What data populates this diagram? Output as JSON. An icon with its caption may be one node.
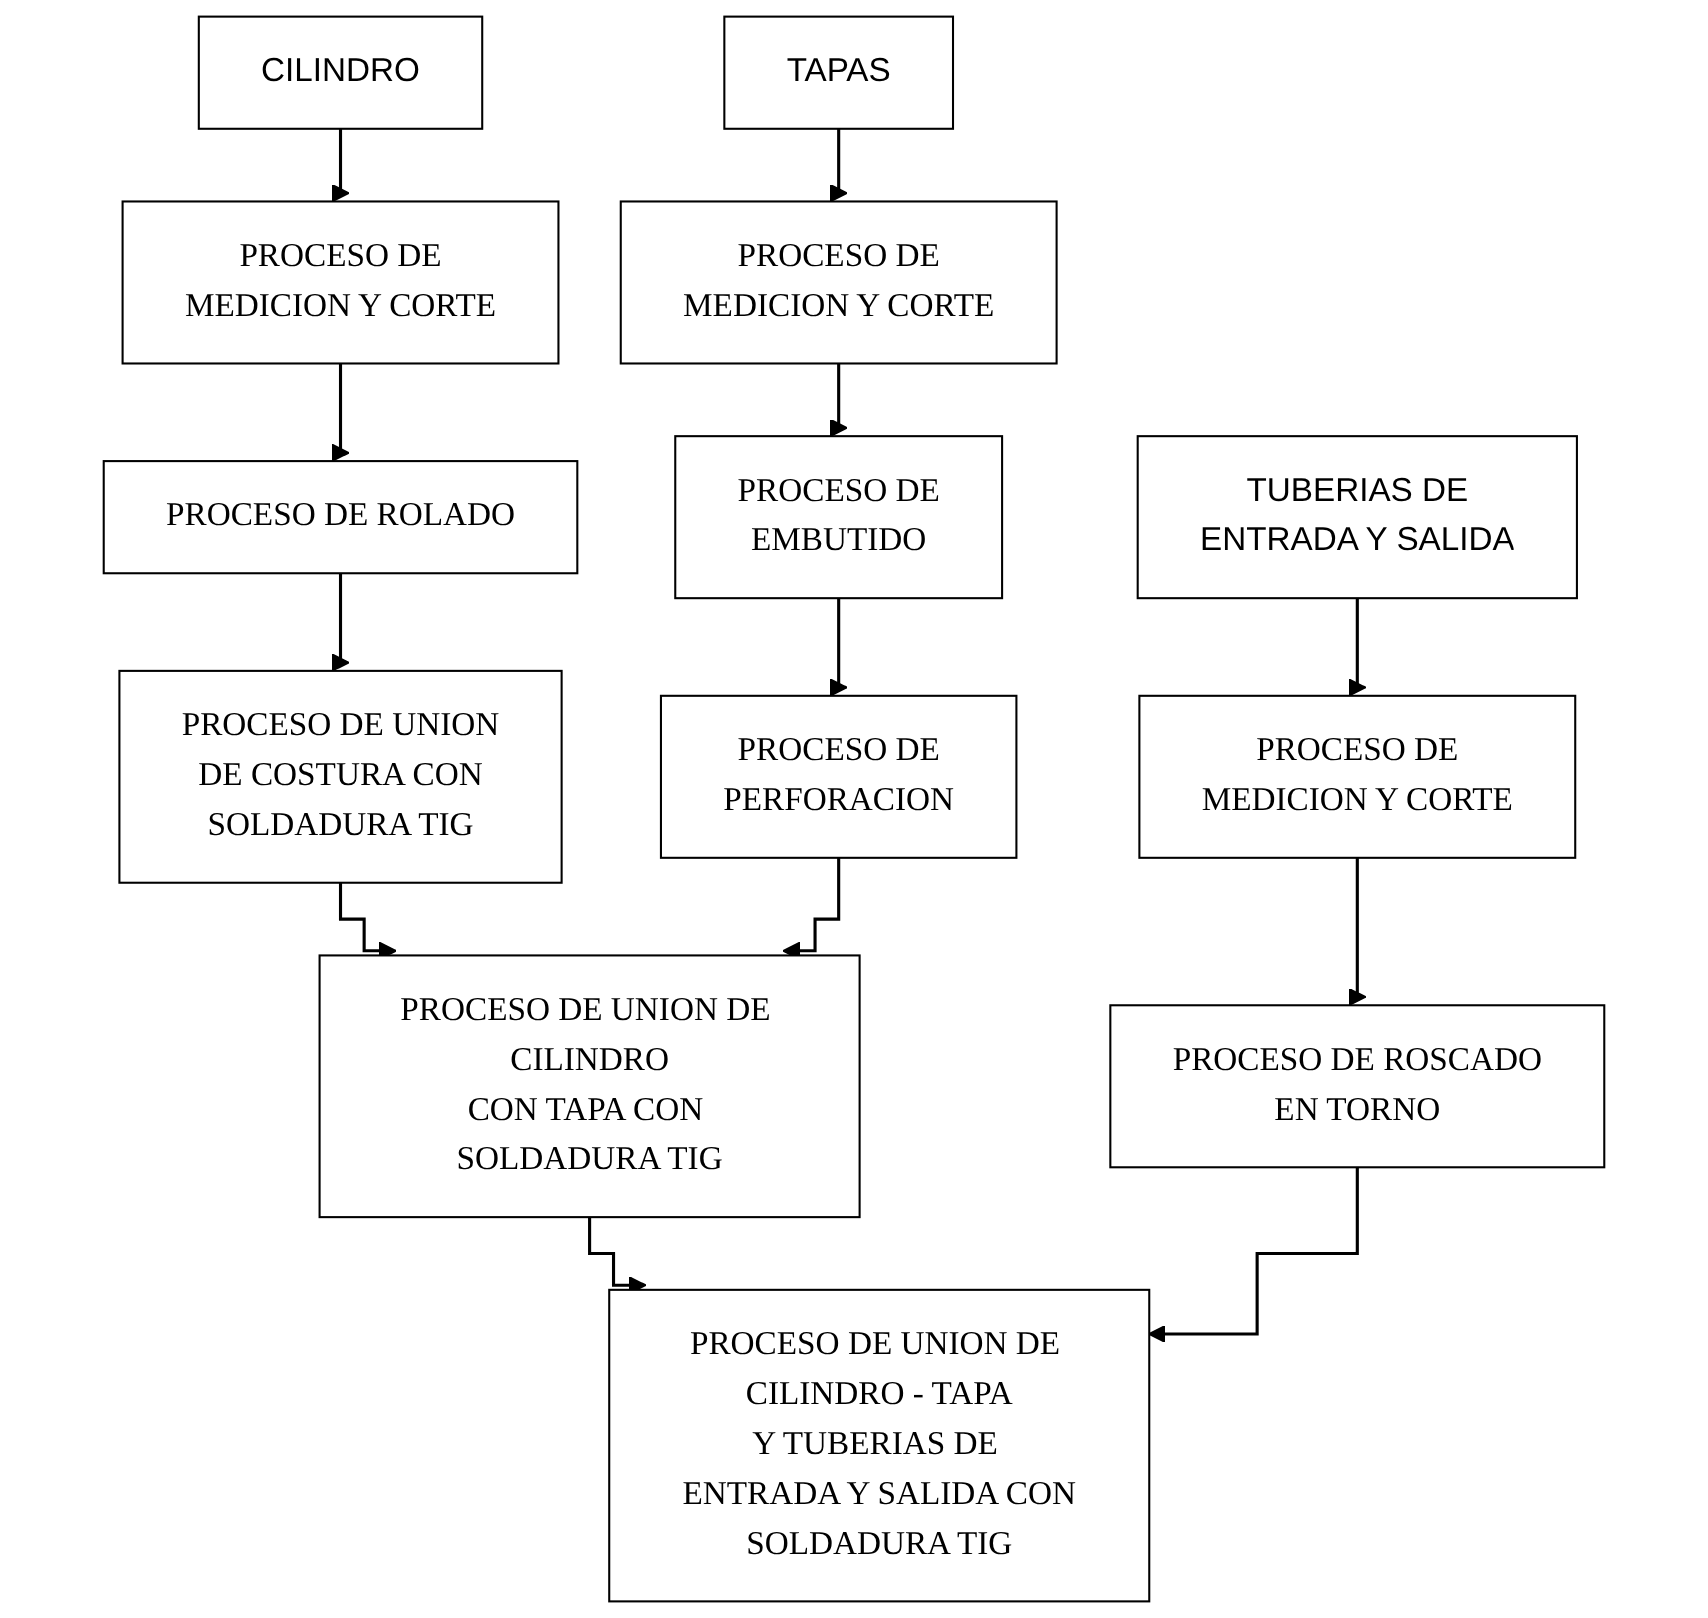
{
  "diagram": {
    "nodes": [
      {
        "text": [
          "CILINDRO"
        ]
      },
      {
        "text": [
          "PROCESO DE MEDICION Y CORTE"
        ]
      },
      {
        "text": [
          "PROCESO DE ROLADO"
        ]
      },
      {
        "text": [
          "PROCESO DE UNION DE COSTURA CON SOLDADURA TIG"
        ]
      },
      {
        "text": [
          "TAPAS"
        ]
      },
      {
        "text": [
          "PROCESO DE MEDICION Y CORTE"
        ]
      },
      {
        "text": [
          "PROCESO DE EMBUTIDO"
        ]
      },
      {
        "text": [
          "PROCESO DE PERFORACION"
        ]
      },
      {
        "text": [
          "TUBERIAS DE ENTRADA Y SALIDA"
        ]
      },
      {
        "text": [
          "PROCESO DE MEDICION Y CORTE"
        ]
      },
      {
        "text": [
          "PROCESO DE ROSCADO EN TORNO"
        ]
      },
      {
        "text": [
          "PROCESO DE UNION DE CILINDRO CON TAPA CON SOLDADURA TIG"
        ]
      },
      {
        "text": [
          "PROCESO DE UNION DE CILINDRO - TAPA Y TUBERIAS DE ENTRADA Y SALIDA CON SOLDADURA TIG"
        ]
      }
    ],
    "edges": [
      {
        "from": 0,
        "to": 1,
        "arrow": "to"
      },
      {
        "from": 1,
        "to": 2,
        "arrow": "to"
      },
      {
        "from": 2,
        "to": 3,
        "arrow": "to"
      },
      {
        "from": 4,
        "to": 5,
        "arrow": "to"
      },
      {
        "from": 5,
        "to": 6,
        "arrow": "to"
      },
      {
        "from": 6,
        "to": 7,
        "arrow": "to"
      },
      {
        "from": 8,
        "to": 9,
        "arrow": "to"
      },
      {
        "from": 9,
        "to": 10,
        "arrow": "to"
      },
      {
        "from": 3,
        "to": 11,
        "arrow": "to"
      },
      {
        "from": 7,
        "to": 11,
        "arrow": "to"
      },
      {
        "from": 11,
        "to": 12,
        "arrow": "to"
      },
      {
        "from": 10,
        "to": 12,
        "arrow": "to"
      }
    ]
  }
}
